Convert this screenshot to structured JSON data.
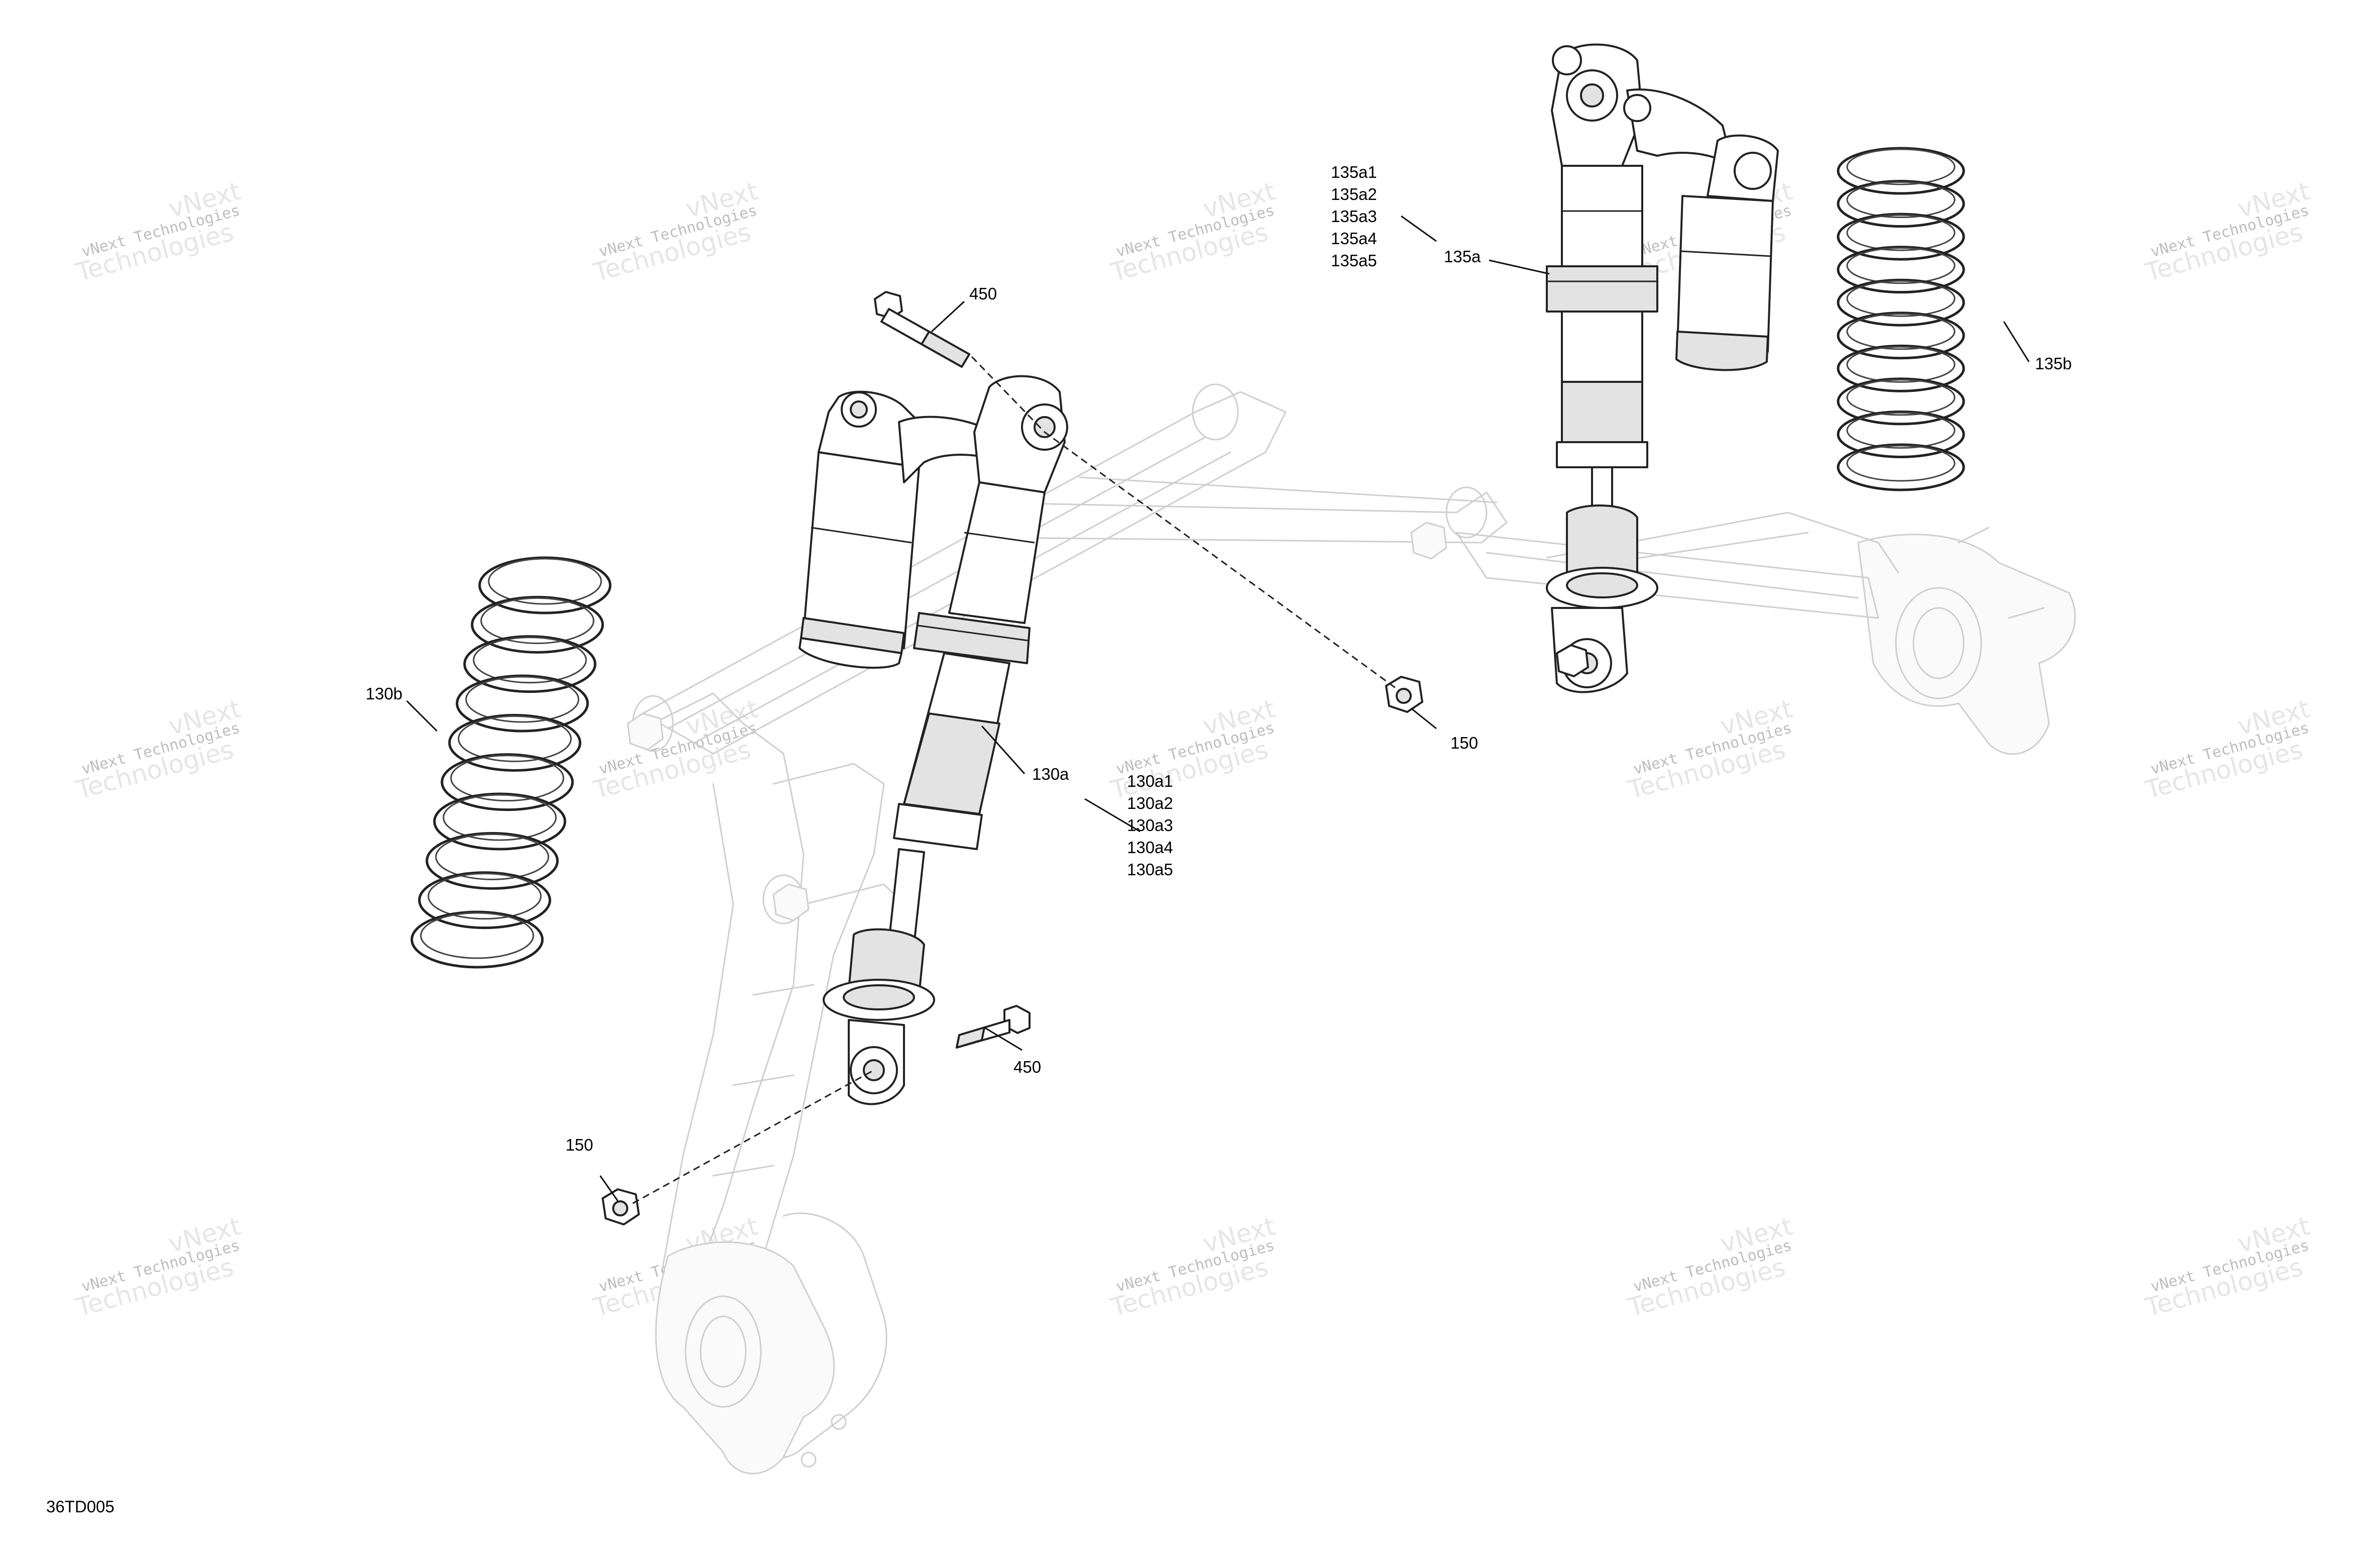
{
  "diagram": {
    "drawing_code": "36TD005",
    "watermark": {
      "line1": "vNext",
      "line2": "vNext Technologies",
      "line3": "Technologies"
    },
    "labels": {
      "p450_top": "450",
      "p450_bottom": "450",
      "p150_right": "150",
      "p150_left": "150",
      "p130a": "130a",
      "p130b": "130b",
      "p135a": "135a",
      "p135b": "135b",
      "p130a_variants": [
        "130a1",
        "130a2",
        "130a3",
        "130a4",
        "130a5"
      ],
      "p135a_variants": [
        "135a1",
        "135a2",
        "135a3",
        "135a4",
        "135a5"
      ]
    }
  }
}
